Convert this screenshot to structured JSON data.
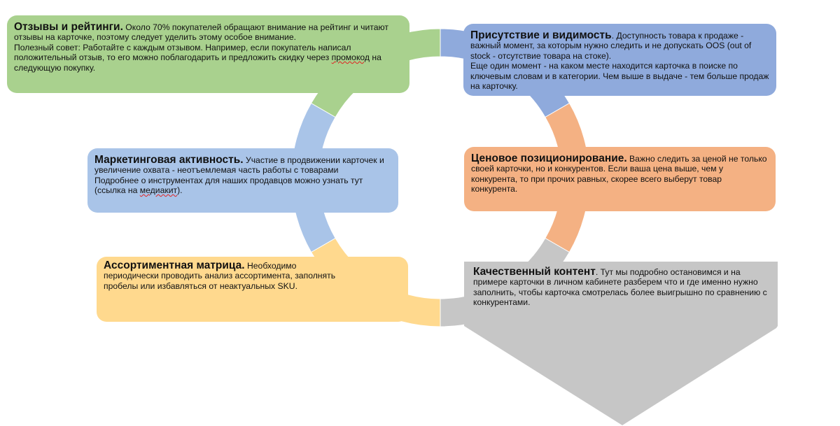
{
  "colors": {
    "green": "#a9d18e",
    "blue": "#8faadc",
    "light_blue": "#a9c4e8",
    "salmon": "#f4b183",
    "yellow": "#ffd98e",
    "gray": "#c6c6c6"
  },
  "cards": {
    "reviews": {
      "title": "Отзывы и рейтинги.",
      "text": " Около 70% покупателей обращают внимание на рейтинг и читают отзывы на карточке, поэтому следует уделить этому особое внимание.\nПолезный совет: Работайте с каждым отзывом. Например, если покупатель написал положительный отзыв, то его можно поблагодарить и предложить скидку через ",
      "spell_word": "промокод",
      "text_end": " на следующую покупку."
    },
    "presence": {
      "title": "Присутствие и видимость",
      "text": ". Доступность товара к продаже - важный момент, за которым нужно следить и не допускать OOS (out of stock - отсутствие товара на стоке).\nЕще один момент - на каком месте находится карточка в поиске по ключевым словам и в категории. Чем выше в выдаче - тем больше продаж на карточку."
    },
    "marketing": {
      "title": "Маркетинговая активность.",
      "text": " Участие в продвижении карточек и увеличение охвата - неотъемлемая часть работы с товарами\nПодробнее о инструментах для наших продавцов можно узнать тут (ссылка на ",
      "spell_word": "медиакит",
      "text_end": ")."
    },
    "pricing": {
      "title": "Ценовое позиционирование.",
      "text": " Важно следить за ценой не только своей карточки, но и конкурентов. Если ваша цена выше, чем у конкурента, то при прочих равных, скорее всего выберут товар конкурента."
    },
    "assortment": {
      "title": "Ассортиментная матрица.",
      "text": " Необходимо\nпериодически проводить анализ ассортимента, заполнять\nпробелы или избавляться от неактуальных SKU."
    },
    "content": {
      "title": "Качественный контент",
      "text": ". Тут мы подробно остановимся и на примере карточки в личном кабинете разберем что и где именно нужно заполнить, чтобы карточка смотрелась более выигрышно по сравнению с конкурентами."
    }
  }
}
